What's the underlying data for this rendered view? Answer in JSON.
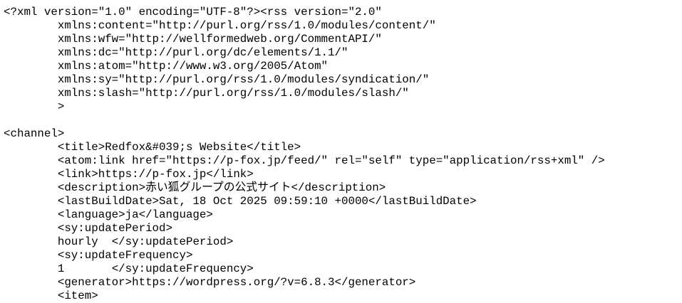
{
  "lines": [
    "<?xml version=\"1.0\" encoding=\"UTF-8\"?><rss version=\"2.0\"",
    "\txmlns:content=\"http://purl.org/rss/1.0/modules/content/\"",
    "\txmlns:wfw=\"http://wellformedweb.org/CommentAPI/\"",
    "\txmlns:dc=\"http://purl.org/dc/elements/1.1/\"",
    "\txmlns:atom=\"http://www.w3.org/2005/Atom\"",
    "\txmlns:sy=\"http://purl.org/rss/1.0/modules/syndication/\"",
    "\txmlns:slash=\"http://purl.org/rss/1.0/modules/slash/\"",
    "\t>",
    "",
    "<channel>",
    "\t<title>Redfox&#039;s Website</title>",
    "\t<atom:link href=\"https://p-fox.jp/feed/\" rel=\"self\" type=\"application/rss+xml\" />",
    "\t<link>https://p-fox.jp</link>",
    "\t<description>赤い狐グループの公式サイト</description>",
    "\t<lastBuildDate>Sat, 18 Oct 2025 09:59:10 +0000</lastBuildDate>",
    "\t<language>ja</language>",
    "\t<sy:updatePeriod>",
    "\thourly\t</sy:updatePeriod>",
    "\t<sy:updateFrequency>",
    "\t1\t</sy:updateFrequency>",
    "\t<generator>https://wordpress.org/?v=6.8.3</generator>",
    "\t<item>"
  ]
}
